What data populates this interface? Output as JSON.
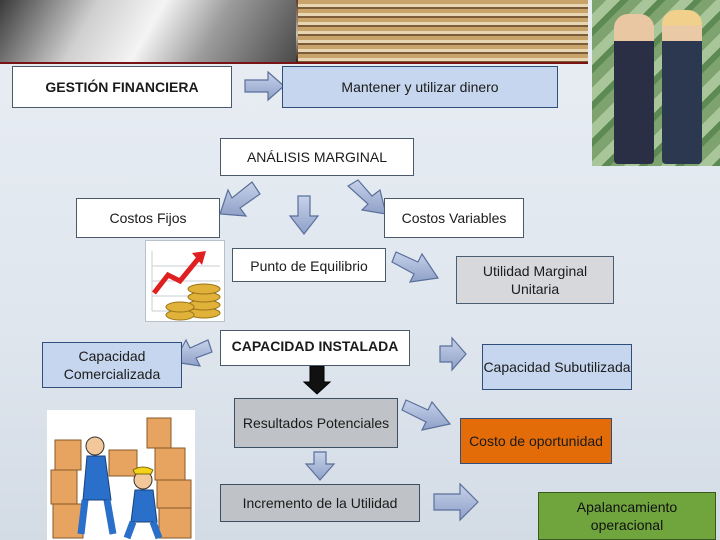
{
  "nodes": {
    "gestion_financiera": "GESTIÓN FINANCIERA",
    "mantener_dinero": "Mantener y utilizar dinero",
    "analisis_marginal": "ANÁLISIS MARGINAL",
    "costos_fijos": "Costos Fijos",
    "costos_variables": "Costos  Variables",
    "punto_equilibrio": "Punto de Equilibrio",
    "utilidad_marginal": "Utilidad Marginal Unitaria",
    "capacidad_comercializada": "Capacidad Comercializada",
    "capacidad_instalada": "CAPACIDAD INSTALADA",
    "capacidad_subutilizada": "Capacidad Subutilizada",
    "resultados_potenciales": "Resultados Potenciales",
    "costo_oportunidad": "Costo de oportunidad",
    "incremento_utilidad": "Incremento de la Utilidad",
    "apalancamiento": "Apalancamiento operacional"
  },
  "colors": {
    "blue_box": "#c5d6ee",
    "gray_box": "#bfc2c6",
    "orange_box": "#e36c09",
    "green_box": "#70a53e",
    "arrow_fill": "#aab8d8",
    "arrow_dark": "#1a1a1a"
  }
}
